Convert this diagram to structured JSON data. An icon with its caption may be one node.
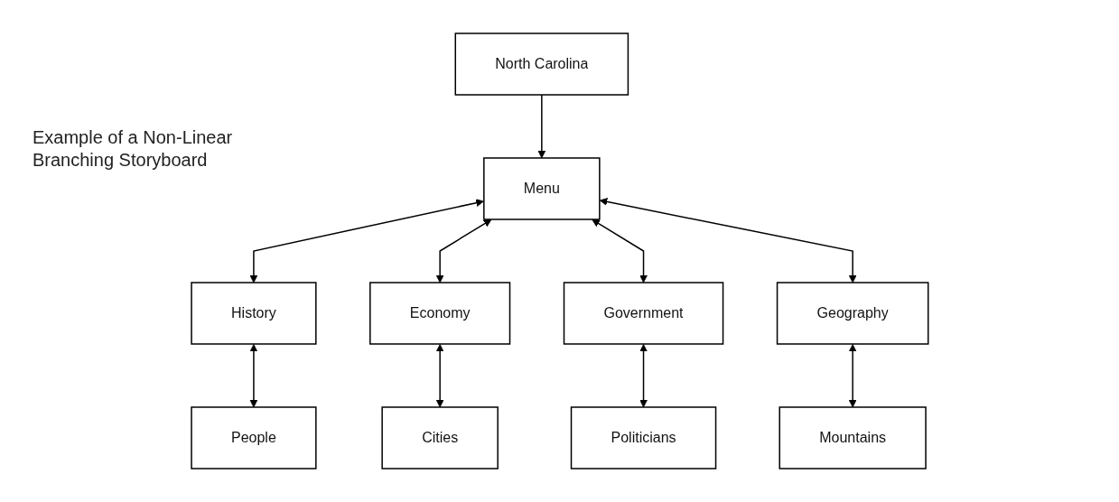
{
  "diagram": {
    "title": "Example of a Non-Linear Branching Storyboard",
    "nodes": [
      {
        "text": [
          "North Carolina"
        ]
      },
      {
        "text": [
          "Menu"
        ]
      },
      {
        "text": [
          "History"
        ]
      },
      {
        "text": [
          "Economy"
        ]
      },
      {
        "text": [
          "Government"
        ]
      },
      {
        "text": [
          "Geography"
        ]
      },
      {
        "text": [
          "People"
        ]
      },
      {
        "text": [
          "Cities"
        ]
      },
      {
        "text": [
          "Politicians"
        ]
      },
      {
        "text": [
          "Mountains"
        ]
      }
    ],
    "edges": [
      {
        "from": 0,
        "to": 1,
        "arrow": "to"
      },
      {
        "from": 1,
        "to": 2,
        "arrow": "both"
      },
      {
        "from": 1,
        "to": 3,
        "arrow": "both"
      },
      {
        "from": 1,
        "to": 4,
        "arrow": "both"
      },
      {
        "from": 1,
        "to": 5,
        "arrow": "both"
      },
      {
        "from": 2,
        "to": 6,
        "arrow": "both"
      },
      {
        "from": 3,
        "to": 7,
        "arrow": "both"
      },
      {
        "from": 4,
        "to": 8,
        "arrow": "both"
      },
      {
        "from": 5,
        "to": 9,
        "arrow": "both"
      }
    ]
  }
}
